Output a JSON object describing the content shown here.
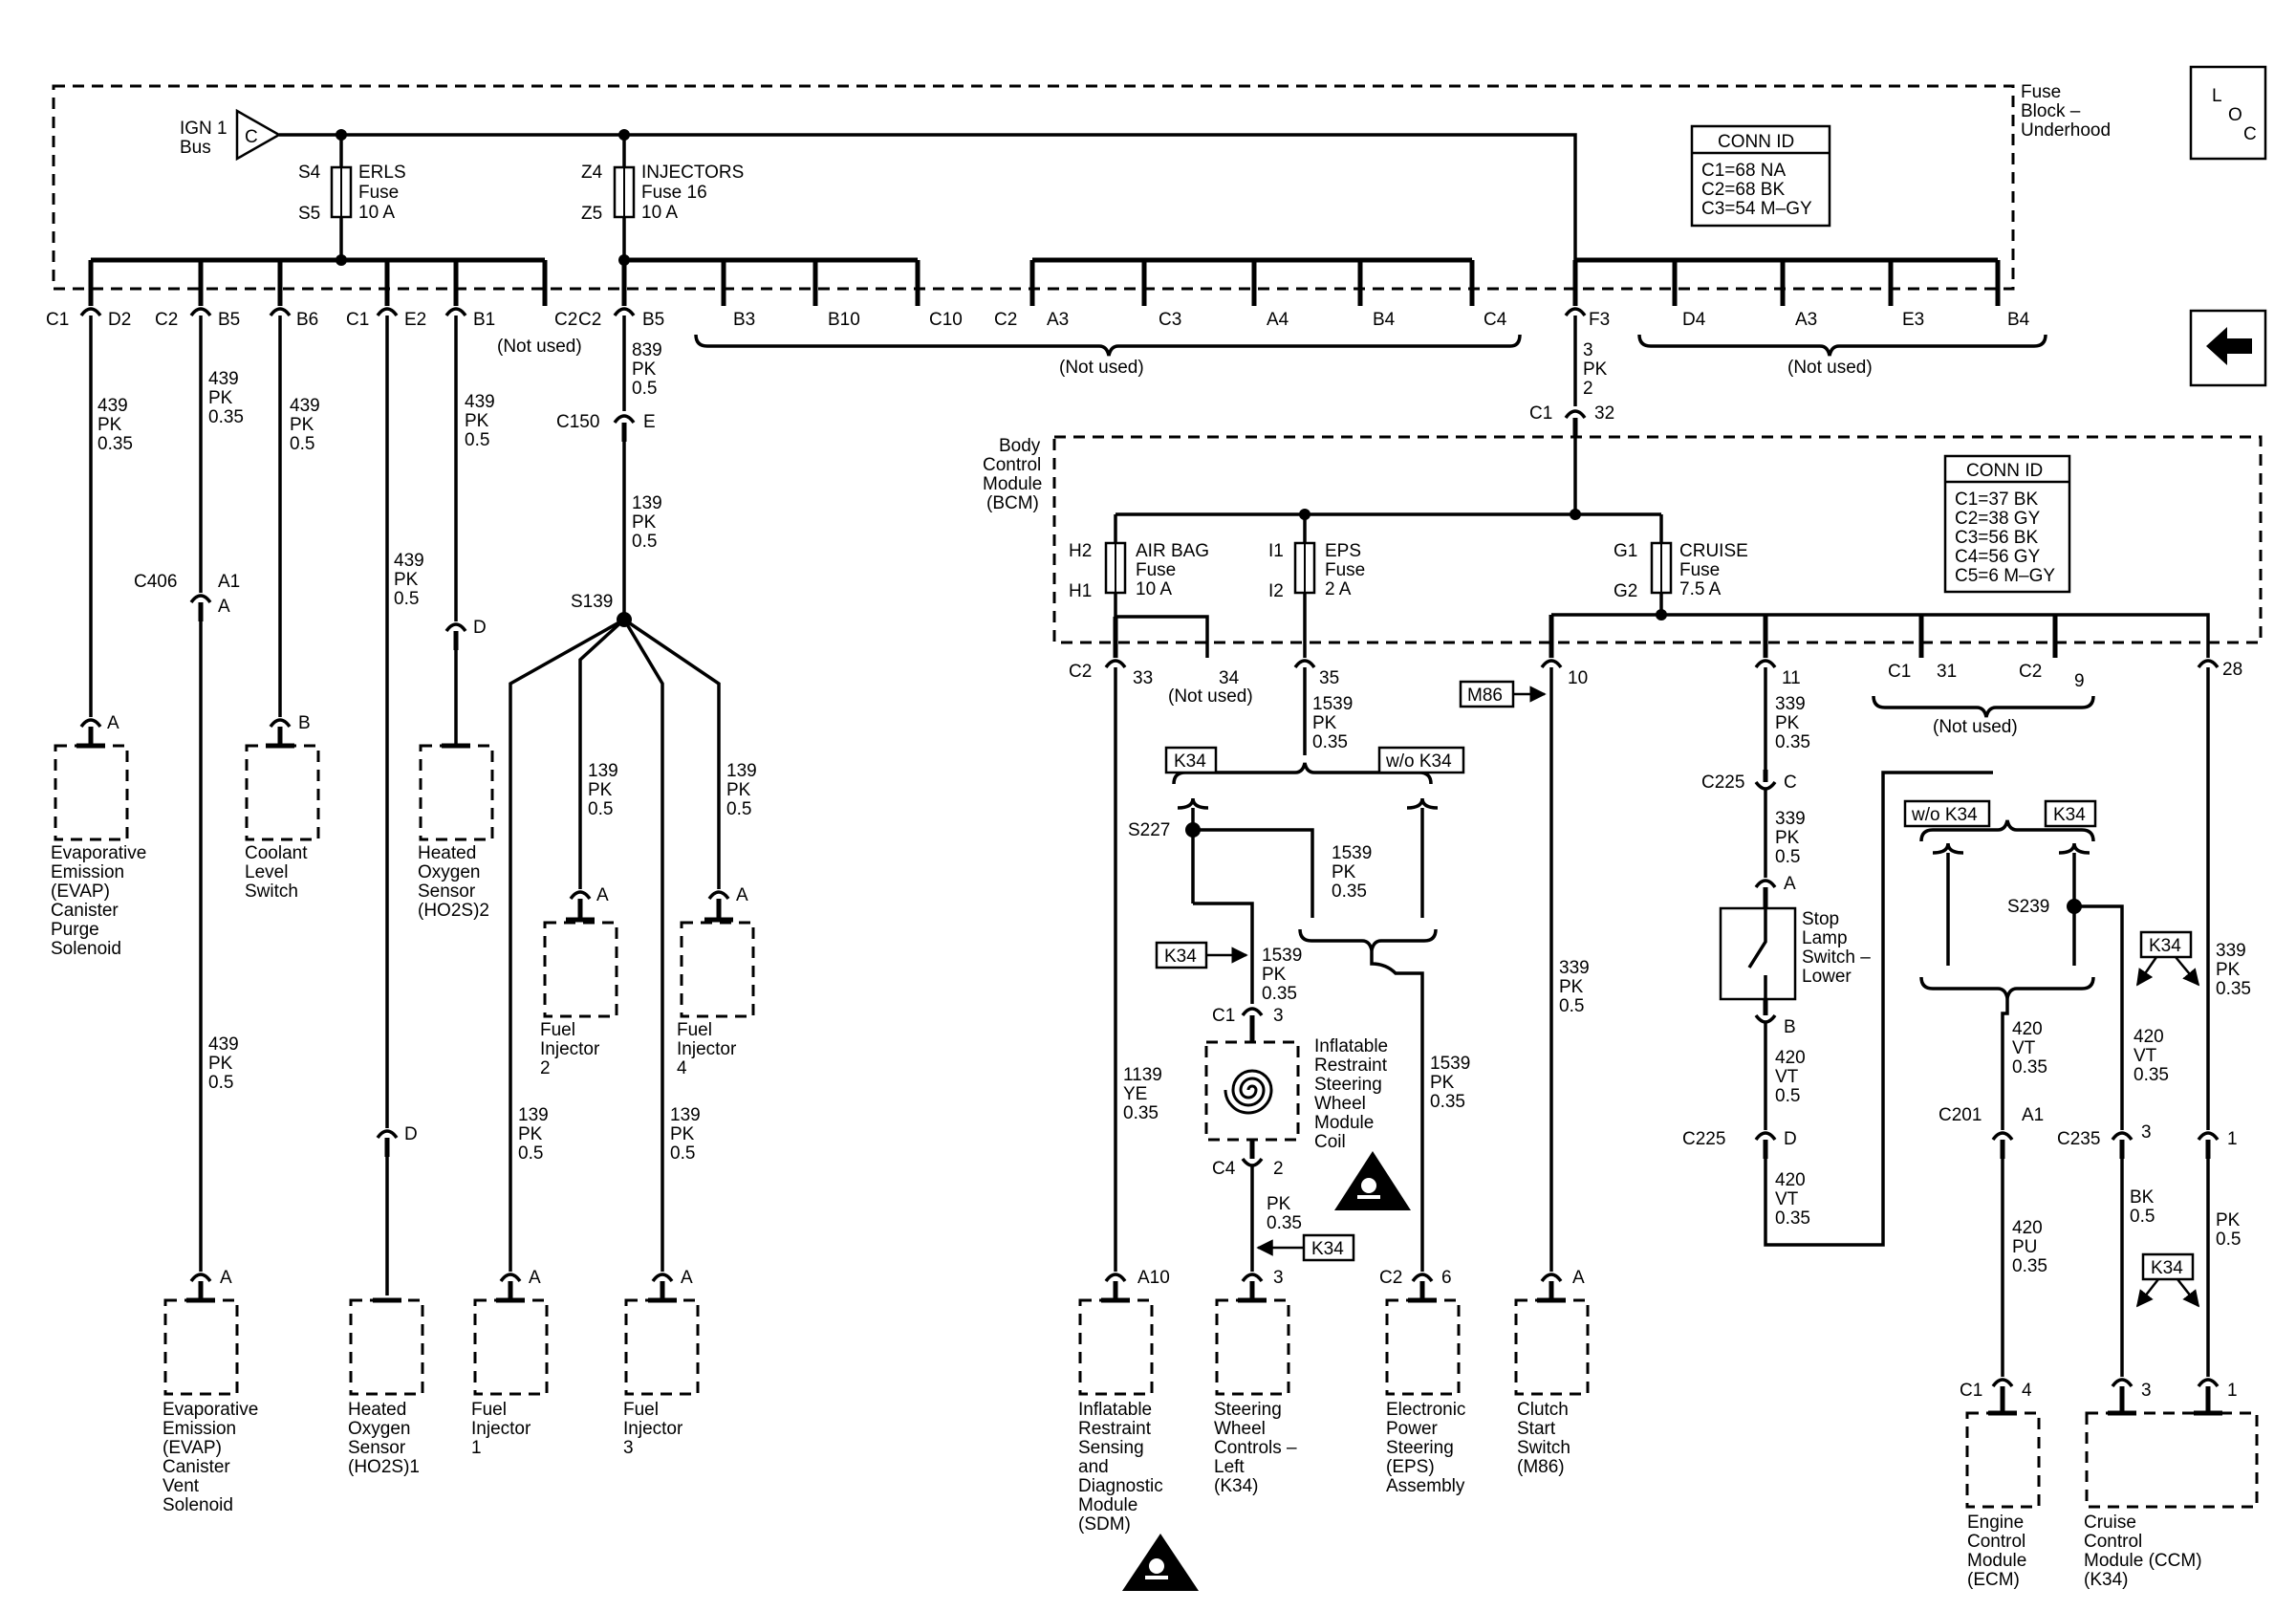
{
  "corner": {
    "loc_l": "L",
    "loc_o": "O",
    "loc_c": "C"
  },
  "fuse_block": {
    "label": [
      "Fuse",
      "Block –",
      "Underhood"
    ],
    "bus": [
      "IGN 1",
      "Bus"
    ],
    "bus_letter": "C",
    "conn_id": {
      "title": "CONN ID",
      "rows": [
        "C1=68 NA",
        "C2=68 BK",
        "C3=54 M–GY"
      ]
    },
    "fuse_erls": {
      "top": "S4",
      "bottom": "S5",
      "lines": [
        "ERLS",
        "Fuse",
        "10 A"
      ]
    },
    "fuse_injectors": {
      "top": "Z4",
      "bottom": "Z5",
      "lines": [
        "INJECTORS",
        "Fuse 16",
        "10 A"
      ]
    },
    "pins": [
      {
        "conn": "C1",
        "pin": "D2"
      },
      {
        "conn": "C2",
        "pin": "B5"
      },
      {
        "conn": "",
        "pin": "B6"
      },
      {
        "conn": "C1",
        "pin": "E2"
      },
      {
        "conn": "",
        "pin": "B1"
      },
      {
        "conn": "",
        "pin": "C2"
      },
      {
        "conn": "C2",
        "pin": "B5"
      },
      {
        "conn": "",
        "pin": "B3"
      },
      {
        "conn": "",
        "pin": "B10"
      },
      {
        "conn": "",
        "pin": "C10"
      },
      {
        "conn": "C2",
        "pin": "A3"
      },
      {
        "conn": "",
        "pin": "C3"
      },
      {
        "conn": "",
        "pin": "A4"
      },
      {
        "conn": "",
        "pin": "B4"
      },
      {
        "conn": "",
        "pin": "C4"
      },
      {
        "conn": "",
        "pin": "F3"
      },
      {
        "conn": "",
        "pin": "D4"
      },
      {
        "conn": "",
        "pin": "A3"
      },
      {
        "conn": "",
        "pin": "E3"
      },
      {
        "conn": "",
        "pin": "B4"
      }
    ],
    "not_used": "(Not used)"
  },
  "bcm": {
    "label": [
      "Body",
      "Control",
      "Module",
      "(BCM)"
    ],
    "conn_id": {
      "title": "CONN ID",
      "rows": [
        "C1=37 BK",
        "C2=38 GY",
        "C3=56 BK",
        "C4=56 GY",
        "C5=6 M–GY"
      ]
    },
    "fuse_airbag": {
      "top": "H2",
      "bottom": "H1",
      "lines": [
        "AIR BAG",
        "Fuse",
        "10 A"
      ]
    },
    "fuse_eps": {
      "top": "I1",
      "bottom": "I2",
      "lines": [
        "EPS",
        "Fuse",
        "2 A"
      ]
    },
    "fuse_cruise": {
      "top": "G1",
      "bottom": "G2",
      "lines": [
        "CRUISE",
        "Fuse",
        "7.5 A"
      ]
    },
    "in_conn": "C1",
    "in_pin": "32",
    "pins": {
      "c2": "C2",
      "p33": "33",
      "p34": "34",
      "p35": "35",
      "p10": "10",
      "p11": "11",
      "c1": "C1",
      "p31": "31",
      "c2b": "C2",
      "p9": "9",
      "p28": "28"
    },
    "not_used": "(Not used)"
  },
  "wires": {
    "w1": [
      "439",
      "PK",
      "0.35"
    ],
    "w2": [
      "439",
      "PK",
      "0.35"
    ],
    "w3": [
      "439",
      "PK",
      "0.5"
    ],
    "w4": [
      "439",
      "PK",
      "0.5"
    ],
    "w5": [
      "439",
      "PK",
      "0.5"
    ],
    "w6": [
      "839",
      "PK",
      "0.5"
    ],
    "w7": [
      "139",
      "PK",
      "0.5"
    ],
    "w8": [
      "439",
      "PK",
      "0.5"
    ],
    "w9": [
      "139",
      "PK",
      "0.5"
    ],
    "w10": [
      "139",
      "PK",
      "0.5"
    ],
    "w11": [
      "139",
      "PK",
      "0.5"
    ],
    "w12": [
      "139",
      "PK",
      "0.5"
    ],
    "w13": [
      "3",
      "PK",
      "2"
    ],
    "w14": [
      "1539",
      "PK",
      "0.35"
    ],
    "w15": [
      "1539",
      "PK",
      "0.35"
    ],
    "w16": [
      "1539",
      "PK",
      "0.35"
    ],
    "w17": [
      "1539",
      "PK",
      "0.35"
    ],
    "w18": [
      "1139",
      "YE",
      "0.35"
    ],
    "w19": [
      "PK",
      "0.35"
    ],
    "w20": [
      "339",
      "PK",
      "0.5"
    ],
    "w21": [
      "339",
      "PK",
      "0.35"
    ],
    "w22": [
      "339",
      "PK",
      "0.5"
    ],
    "w23": [
      "420",
      "VT",
      "0.5"
    ],
    "w24": [
      "420",
      "VT",
      "0.35"
    ],
    "w25": [
      "420",
      "VT",
      "0.35"
    ],
    "w26": [
      "420",
      "VT",
      "0.35"
    ],
    "w27": [
      "420",
      "PU",
      "0.35"
    ],
    "w28": [
      "339",
      "PK",
      "0.35"
    ],
    "w29": [
      "BK",
      "0.5"
    ],
    "w30": [
      "PK",
      "0.5"
    ]
  },
  "connectors": {
    "c150": "C150",
    "c150_pin": "E",
    "c406": "C406",
    "c406_pin1": "A1",
    "c406_pin2": "A",
    "c225a": "C225",
    "c225a_pin": "C",
    "c225b": "C225",
    "c225b_pin": "D",
    "c201": "C201",
    "c201_pin": "A1",
    "c235": "C235",
    "c235_pin3": "3",
    "c235_pin1": "1",
    "c1_3": "C1",
    "pin3": "3",
    "c4_2": "C4",
    "pin2": "2",
    "s139": "S139",
    "s227": "S227",
    "s239": "S239"
  },
  "options": {
    "k34": "K34",
    "wo_k34": "w/o K34",
    "m86": "M86"
  },
  "components": {
    "evap_purge": {
      "pin": "A",
      "lines": [
        "Evaporative",
        "Emission",
        "(EVAP)",
        "Canister",
        "Purge",
        "Solenoid"
      ]
    },
    "coolant": {
      "pin": "B",
      "lines": [
        "Coolant",
        "Level",
        "Switch"
      ]
    },
    "ho2s2": {
      "pin": "D",
      "lines": [
        "Heated",
        "Oxygen",
        "Sensor",
        "(HO2S)2"
      ]
    },
    "inj2": {
      "pin": "A",
      "lines": [
        "Fuel",
        "Injector",
        "2"
      ]
    },
    "inj4": {
      "pin": "A",
      "lines": [
        "Fuel",
        "Injector",
        "4"
      ]
    },
    "evap_vent": {
      "pin": "A",
      "lines": [
        "Evaporative",
        "Emission",
        "(EVAP)",
        "Canister",
        "Vent",
        "Solenoid"
      ]
    },
    "ho2s1": {
      "pin": "D",
      "lines": [
        "Heated",
        "Oxygen",
        "Sensor",
        "(HO2S)1"
      ]
    },
    "inj1": {
      "pin": "A",
      "lines": [
        "Fuel",
        "Injector",
        "1"
      ]
    },
    "inj3": {
      "pin": "A",
      "lines": [
        "Fuel",
        "Injector",
        "3"
      ]
    },
    "coil": {
      "lines": [
        "Inflatable",
        "Restraint",
        "Steering",
        "Wheel",
        "Module",
        "Coil"
      ]
    },
    "sdm": {
      "pin": "A10",
      "lines": [
        "Inflatable",
        "Restraint",
        "Sensing",
        "and",
        "Diagnostic",
        "Module",
        "(SDM)"
      ]
    },
    "swc": {
      "pin": "3",
      "lines": [
        "Steering",
        "Wheel",
        "Controls –",
        "Left",
        "(K34)"
      ]
    },
    "eps": {
      "conn": "C2",
      "pin": "6",
      "lines": [
        "Electronic",
        "Power",
        "Steering",
        "(EPS)",
        "Assembly"
      ]
    },
    "clutch": {
      "pin": "A",
      "lines": [
        "Clutch",
        "Start",
        "Switch",
        "(M86)"
      ]
    },
    "stop_lamp": {
      "pin_a": "A",
      "pin_b": "B",
      "lines": [
        "Stop",
        "Lamp",
        "Switch –",
        "Lower"
      ]
    },
    "ecm": {
      "conn": "C1",
      "pin": "4",
      "lines": [
        "Engine",
        "Control",
        "Module",
        "(ECM)"
      ]
    },
    "ccm": {
      "pin3": "3",
      "pin1": "1",
      "lines": [
        "Cruise",
        "Control",
        "Module (CCM)",
        "(K34)"
      ]
    }
  }
}
